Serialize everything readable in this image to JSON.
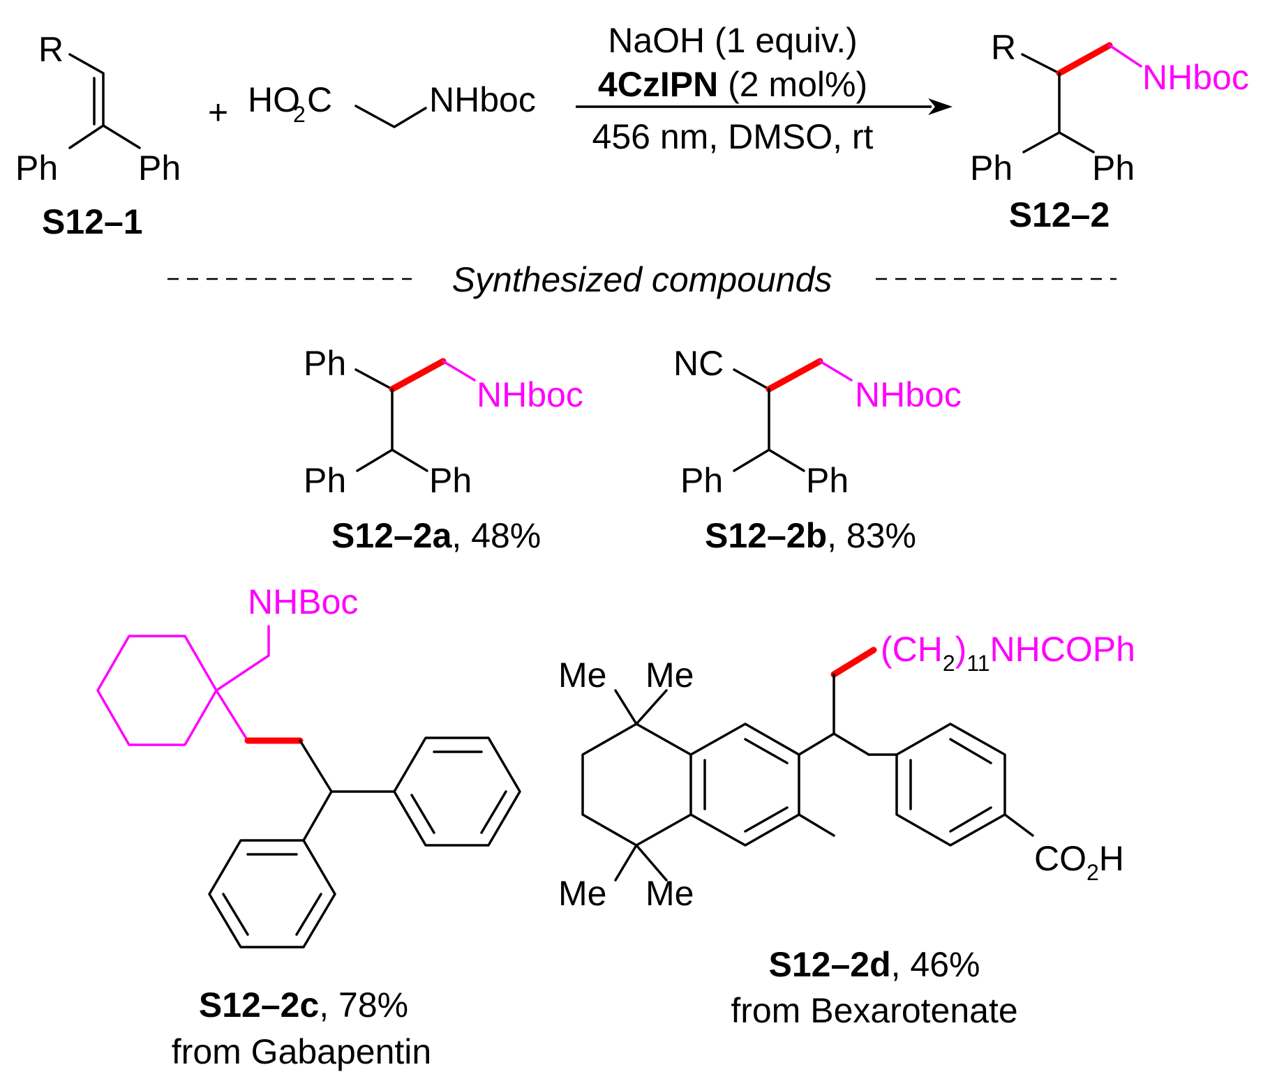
{
  "reaction": {
    "reactant1": {
      "R": "R",
      "ph_left": "Ph",
      "ph_right": "Ph",
      "label": "S12–1"
    },
    "plus": "+",
    "reactant2": {
      "left": "HO",
      "sub": "2",
      "c": "C",
      "right": "NHboc"
    },
    "conditions": {
      "line1": "NaOH (1 equiv.)",
      "line2_bold": "4CzIPN",
      "line2_rest": " (2 mol%)",
      "line3": "456 nm, DMSO, rt"
    },
    "product": {
      "R": "R",
      "amine": "NHboc",
      "ph_left": "Ph",
      "ph_right": "Ph",
      "label": "S12–2"
    }
  },
  "section_title": "Synthesized compounds",
  "compounds": {
    "a": {
      "substituent": "Ph",
      "amine": "NHboc",
      "ph_left": "Ph",
      "ph_right": "Ph",
      "id": "S12–2a",
      "yield": ", 48%"
    },
    "b": {
      "substituent": "NC",
      "amine": "NHboc",
      "ph_left": "Ph",
      "ph_right": "Ph",
      "id": "S12–2b",
      "yield": ", 83%"
    },
    "c": {
      "amine": "NHBoc",
      "id": "S12–2c",
      "yield": ", 78%",
      "source": "from Gabapentin"
    },
    "d": {
      "chain_pre": "(CH",
      "chain_sub1": "2",
      "chain_close": ")",
      "chain_sub2": "11",
      "chain_post": "NHCOPh",
      "me": "Me",
      "acid_pre": "CO",
      "acid_sub": "2",
      "acid_post": "H",
      "id": "S12–2d",
      "yield": ", 46%",
      "source": "from Bexarotenate"
    }
  },
  "colors": {
    "highlight_group": "#ff00ff",
    "new_bond": "#ff0000",
    "text": "#000000"
  }
}
